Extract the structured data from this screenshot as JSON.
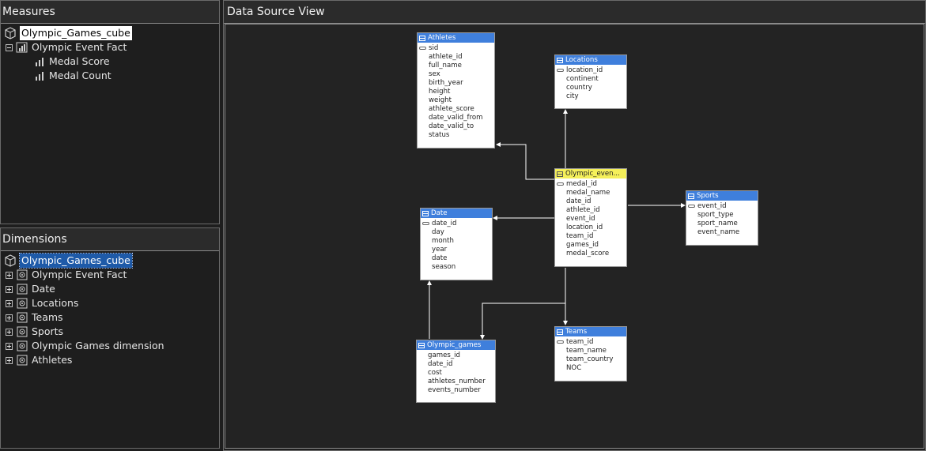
{
  "measures": {
    "title": "Measures",
    "cube": "Olympic_Games_cube",
    "group": "Olympic Event Fact",
    "items": [
      "Medal Score",
      "Medal Count"
    ]
  },
  "dimensions": {
    "title": "Dimensions",
    "cube": "Olympic_Games_cube",
    "items": [
      "Olympic Event Fact",
      "Date",
      "Locations",
      "Teams",
      "Sports",
      "Olympic Games dimension",
      "Athletes"
    ]
  },
  "dsv": {
    "title": "Data Source View",
    "tables": {
      "athletes": {
        "name": "Athletes",
        "columns": [
          "sid",
          "athlete_id",
          "full_name",
          "sex",
          "birth_year",
          "height",
          "weight",
          "athlete_score",
          "date_valid_from",
          "date_valid_to",
          "status"
        ]
      },
      "locations": {
        "name": "Locations",
        "columns": [
          "location_id",
          "continent",
          "country",
          "city"
        ]
      },
      "fact": {
        "name": "Olympic_even...",
        "columns": [
          "medal_id",
          "medal_name",
          "date_id",
          "athlete_id",
          "event_id",
          "location_id",
          "team_id",
          "games_id",
          "medal_score"
        ]
      },
      "sports": {
        "name": "Sports",
        "columns": [
          "event_id",
          "sport_type",
          "sport_name",
          "event_name"
        ]
      },
      "date": {
        "name": "Date",
        "columns": [
          "date_id",
          "day",
          "month",
          "year",
          "date",
          "season"
        ]
      },
      "games": {
        "name": "Olympic_games",
        "columns": [
          "games_id",
          "date_id",
          "cost",
          "athletes_number",
          "events_number"
        ]
      },
      "teams": {
        "name": "Teams",
        "columns": [
          "team_id",
          "team_name",
          "team_country",
          "NOC"
        ]
      }
    }
  },
  "colors": {
    "table_header": "#3f7fdc",
    "fact_header": "#f5f05a",
    "background": "#1e1e1e"
  }
}
